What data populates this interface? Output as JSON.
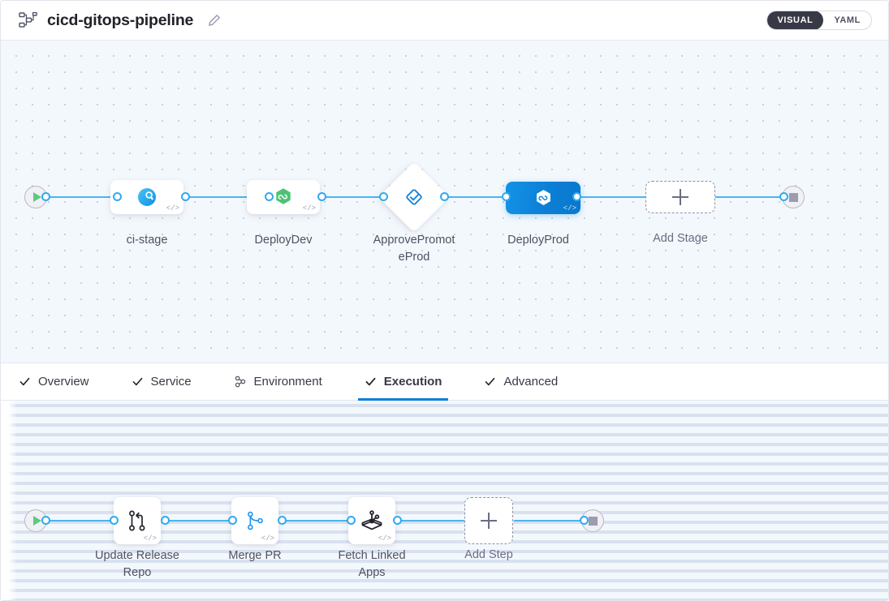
{
  "header": {
    "pipeline_icon": "pipeline-icon",
    "title": "cicd-gitops-pipeline",
    "edit_icon": "pencil-icon",
    "view_toggle": {
      "visual_label": "VISUAL",
      "yaml_label": "YAML",
      "selected": "VISUAL",
      "active_bg": "#383946"
    }
  },
  "stage_canvas": {
    "start_node": {
      "name": "pipeline-start",
      "icon": "play-icon"
    },
    "end_node": {
      "name": "pipeline-end",
      "icon": "stop-icon"
    },
    "stages": [
      {
        "label": "ci-stage",
        "icon": "harness-ci-icon",
        "type": "rounded",
        "selected": false,
        "template_badge": "</>"
      },
      {
        "label": "DeployDev",
        "icon": "harness-cd-hexagon-icon",
        "type": "rounded",
        "selected": false,
        "template_badge": "</>"
      },
      {
        "label": "ApprovePromot\neProd",
        "icon": "approval-check-icon",
        "type": "diamond",
        "selected": false,
        "template_badge": ""
      },
      {
        "label": "DeployProd",
        "icon": "harness-cd-hexagon-icon",
        "type": "rounded",
        "selected": true,
        "template_badge": "</>"
      }
    ],
    "add_stage": {
      "label": "Add Stage",
      "icon": "plus-icon"
    },
    "line_color": "#4ab4f0"
  },
  "tabs": [
    {
      "label": "Overview",
      "icon": "check-icon",
      "active": false
    },
    {
      "label": "Service",
      "icon": "check-icon",
      "active": false
    },
    {
      "label": "Environment",
      "icon": "infrastructure-icon",
      "active": false
    },
    {
      "label": "Execution",
      "icon": "check-icon",
      "active": true
    },
    {
      "label": "Advanced",
      "icon": "check-icon",
      "active": false
    }
  ],
  "step_canvas": {
    "start_node": {
      "name": "execution-start",
      "icon": "play-icon"
    },
    "end_node": {
      "name": "execution-end",
      "icon": "stop-icon"
    },
    "steps": [
      {
        "label": "Update Release\nRepo",
        "icon": "git-branch-update-icon",
        "template_badge": "</>"
      },
      {
        "label": "Merge PR",
        "icon": "git-merge-icon",
        "template_badge": "</>"
      },
      {
        "label": "Fetch Linked\nApps",
        "icon": "argo-cd-icon",
        "template_badge": "</>"
      }
    ],
    "add_step": {
      "label": "Add Step",
      "icon": "plus-icon"
    }
  }
}
